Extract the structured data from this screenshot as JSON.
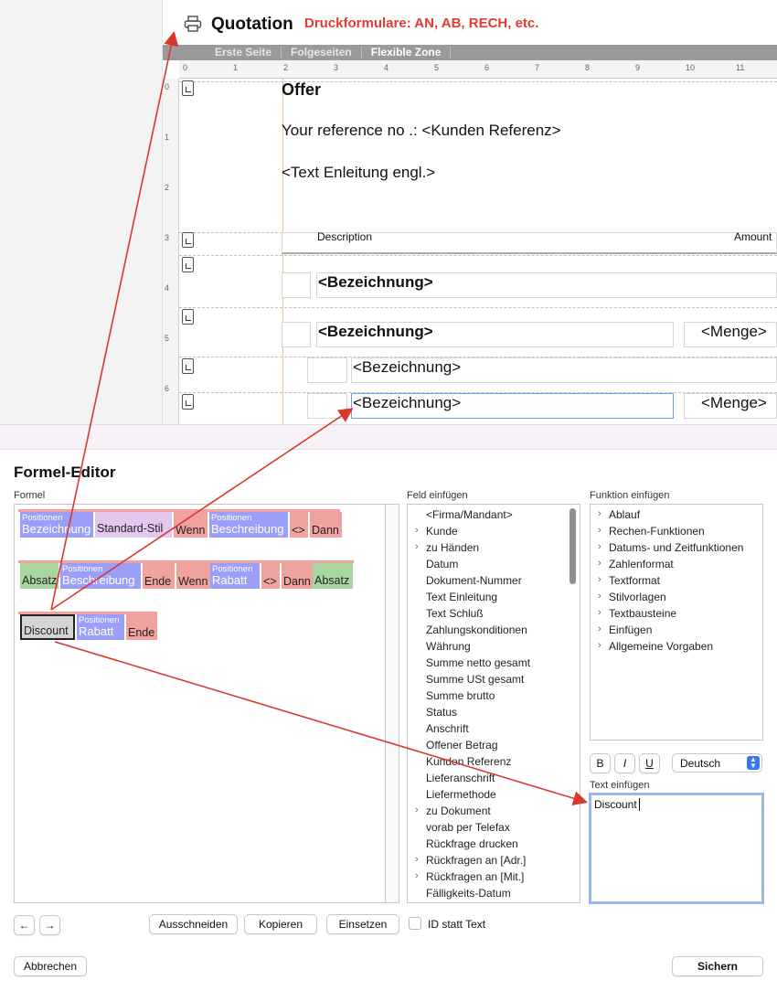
{
  "header": {
    "title": "Quotation",
    "subtitle": "Druckformulare: AN, AB, RECH, etc.",
    "printer_icon": "printer-icon"
  },
  "tabs": [
    {
      "label": "Erste Seite"
    },
    {
      "label": "Folgeseiten"
    },
    {
      "label": "Flexible Zone"
    }
  ],
  "ruler": {
    "h": [
      "0",
      "1",
      "2",
      "3",
      "4",
      "5",
      "6",
      "7",
      "8",
      "9",
      "10",
      "11"
    ],
    "v": [
      "0",
      "1",
      "2",
      "3",
      "4",
      "5",
      "6"
    ]
  },
  "document": {
    "offer": "Offer",
    "reference": "Your reference no .: <Kunden Referenz>",
    "intro": "<Text Enleitung engl.>",
    "col_description": "Description",
    "col_amount": "Amount",
    "row1": "<Bezeichnung>",
    "row2": "<Bezeichnung>",
    "row2_qty": "<Menge>",
    "row3": "<Bezeichnung>",
    "row4": "<Bezeichnung>",
    "row4_qty": "<Menge>"
  },
  "editor": {
    "title": "Formel-Editor",
    "formel_label": "Formel",
    "feld_label": "Feld einfügen",
    "funktion_label": "Funktion einfügen",
    "text_label": "Text einfügen",
    "text_value": "Discount"
  },
  "formula": {
    "line1": [
      {
        "sub": "Positionen",
        "main": "Bezeichnung"
      },
      {
        "main": "Standard-Stil"
      },
      {
        "main": "Wenn"
      },
      {
        "sub": "Positionen",
        "main": "Beschreibung"
      },
      {
        "main": "<>"
      },
      {
        "main": "Dann"
      }
    ],
    "line2": [
      {
        "main": "Absatz"
      },
      {
        "sub": "Positionen",
        "main": "Beschreibung"
      },
      {
        "main": "Ende"
      },
      {
        "main": "Wenn"
      },
      {
        "sub": "Positionen",
        "main": "Rabatt"
      },
      {
        "main": "<>"
      },
      {
        "main": "Dann"
      },
      {
        "main": "Absatz"
      }
    ],
    "line3": [
      {
        "main": "Discount"
      },
      {
        "sub": "Positionen",
        "main": "Rabatt"
      },
      {
        "main": "Ende"
      }
    ]
  },
  "feld_items": [
    {
      "label": "<Firma/Mandant>",
      "chev": false
    },
    {
      "label": "Kunde",
      "chev": true
    },
    {
      "label": "zu Händen",
      "chev": true
    },
    {
      "label": "Datum",
      "chev": false
    },
    {
      "label": "Dokument-Nummer",
      "chev": false
    },
    {
      "label": "Text Einleitung",
      "chev": false
    },
    {
      "label": "Text Schluß",
      "chev": false
    },
    {
      "label": "Zahlungskonditionen",
      "chev": false
    },
    {
      "label": "Währung",
      "chev": false
    },
    {
      "label": "Summe netto gesamt",
      "chev": false
    },
    {
      "label": "Summe USt gesamt",
      "chev": false
    },
    {
      "label": "Summe brutto",
      "chev": false
    },
    {
      "label": "Status",
      "chev": false
    },
    {
      "label": "Anschrift",
      "chev": false
    },
    {
      "label": "Offener Betrag",
      "chev": false
    },
    {
      "label": "Kunden Referenz",
      "chev": false
    },
    {
      "label": "Lieferanschrift",
      "chev": false
    },
    {
      "label": "Liefermethode",
      "chev": false
    },
    {
      "label": "zu Dokument",
      "chev": true
    },
    {
      "label": "vorab per Telefax",
      "chev": false
    },
    {
      "label": "Rückfrage drucken",
      "chev": false
    },
    {
      "label": "Rückfragen an [Adr.]",
      "chev": true
    },
    {
      "label": "Rückfragen an [Mit.]",
      "chev": true
    },
    {
      "label": "Fälligkeits-Datum",
      "chev": false
    }
  ],
  "funk_items": [
    {
      "label": "Ablauf"
    },
    {
      "label": "Rechen-Funktionen"
    },
    {
      "label": "Datums- und Zeitfunktionen"
    },
    {
      "label": "Zahlenformat"
    },
    {
      "label": "Textformat"
    },
    {
      "label": "Stilvorlagen"
    },
    {
      "label": "Textbausteine"
    },
    {
      "label": "Einfügen"
    },
    {
      "label": "Allgemeine Vorgaben"
    }
  ],
  "format": {
    "bold": "B",
    "italic": "I",
    "underline": "U",
    "language": "Deutsch"
  },
  "buttons": {
    "back": "←",
    "forward": "→",
    "cut": "Ausschneiden",
    "copy": "Kopieren",
    "paste": "Einsetzen",
    "id_text": "ID statt Text",
    "cancel": "Abbrechen",
    "save": "Sichern"
  },
  "colors": {
    "accent": "#e23c32",
    "token_blue": "#9b9ff7",
    "token_red": "#f0a39e",
    "token_green": "#a8d5a1",
    "focus": "#9bb7f0"
  }
}
